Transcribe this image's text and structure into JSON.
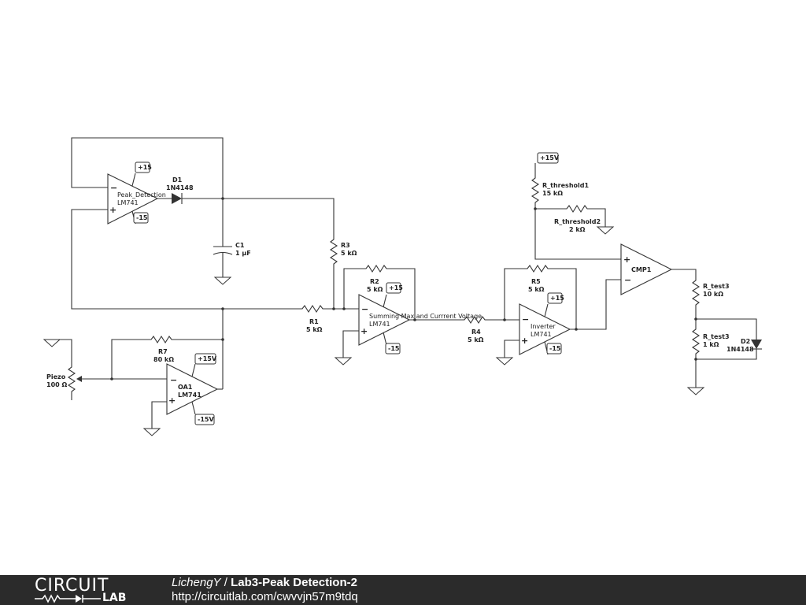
{
  "labels": {
    "peak_name": "Peak_Detection",
    "peak_model": "LM741",
    "peak_vpos": "+15",
    "peak_vneg": "-15",
    "d1_name": "D1",
    "d1_value": "1N4148",
    "c1_name": "C1",
    "c1_value": "1 μF",
    "r3_name": "R3",
    "r3_value": "5 kΩ",
    "r2_name": "R2",
    "r2_value": "5 kΩ",
    "r1_name": "R1",
    "r1_value": "5 kΩ",
    "sum_name": "Summing Max and Currrent Voltage",
    "sum_model": "LM741",
    "sum_vpos": "+15",
    "sum_vneg": "-15",
    "r4_name": "R4",
    "r4_value": "5 kΩ",
    "r5_name": "R5",
    "r5_value": "5 kΩ",
    "inv_name": "Inverter",
    "inv_model": "LM741",
    "inv_vpos": "+15",
    "inv_vneg": "-15",
    "rth1_name": "R_threshold1",
    "rth1_value": "15 kΩ",
    "rth2_name": "R_threshold2",
    "rth2_value": "2 kΩ",
    "vth_supply": "+15V",
    "cmp_name": "CMP1",
    "rt3a_name": "R_test3",
    "rt3a_value": "10 kΩ",
    "rt3b_name": "R_test3",
    "rt3b_value": "1 kΩ",
    "d2_name": "D2",
    "d2_value": "1N4148",
    "r7_name": "R7",
    "r7_value": "80 kΩ",
    "oa1_name": "OA1",
    "oa1_model": "LM741",
    "oa1_vpos": "+15V",
    "oa1_vneg": "-15V",
    "piezo_name": "Piezo",
    "piezo_value": "100 Ω",
    "minus": "−",
    "plus": "+"
  },
  "footer": {
    "logo_top": "CIRCUIT",
    "logo_bottom": "LAB",
    "author": "LichengY",
    "separator": " / ",
    "title": "Lab3-Peak Detection-2",
    "url": "http://circuitlab.com/cwvvjn57m9tdq"
  }
}
